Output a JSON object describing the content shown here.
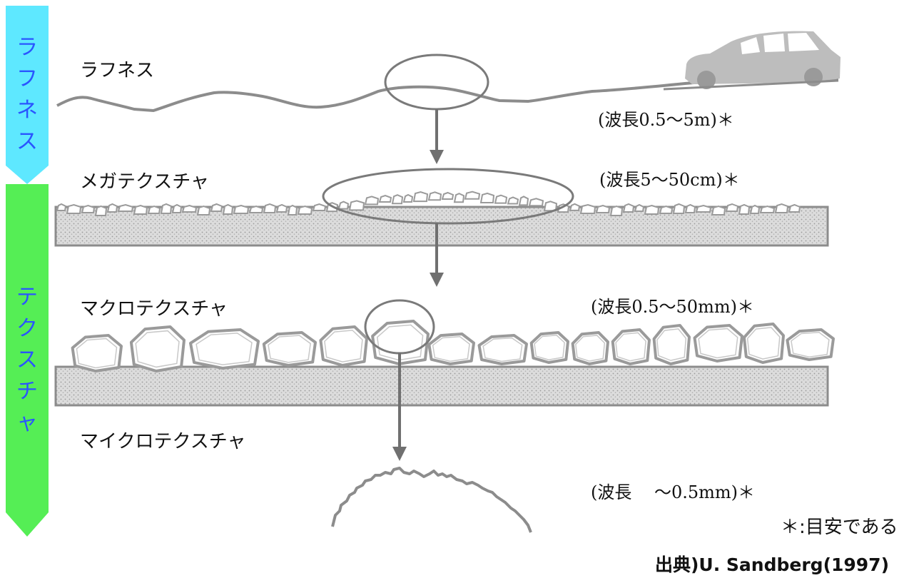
{
  "bands": {
    "roughness": {
      "label": [
        "ラ",
        "フ",
        "ネ",
        "ス"
      ],
      "color": "#5ee8ff"
    },
    "texture": {
      "label": [
        "テ",
        "ク",
        "ス",
        "チ",
        "ャ"
      ],
      "color": "#55ee55"
    }
  },
  "levels": [
    {
      "name": "ラフネス",
      "wavelength": "(波長0.5〜5m)＊"
    },
    {
      "name": "メガテクスチャ",
      "wavelength": "(波長5〜50cm)＊"
    },
    {
      "name": "マクロテクスチャ",
      "wavelength": "(波長0.5〜50mm)＊"
    },
    {
      "name": "マイクロテクスチャ",
      "wavelength": "(波長　 〜0.5mm)＊"
    }
  ],
  "note": "＊:目安である",
  "source": "出典)U. Sandberg(1997)",
  "colors": {
    "line": "#8c8c8c",
    "arrow": "#707070",
    "ground": "#d9d9d9",
    "car": "#b8b8b8"
  }
}
